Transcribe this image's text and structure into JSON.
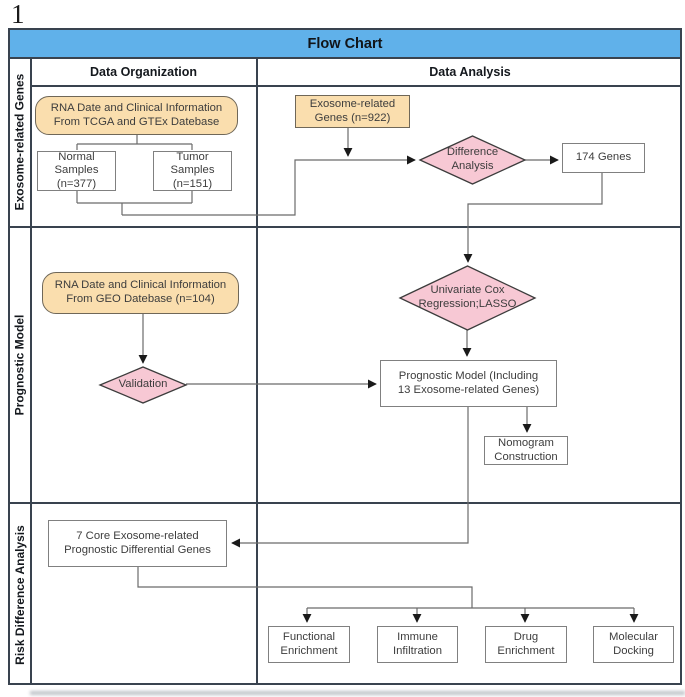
{
  "page_number": "1",
  "title": "Flow Chart",
  "columns": {
    "organization": "Data Organization",
    "analysis": "Data Analysis"
  },
  "rows": {
    "row1": "Exosome-related Genes",
    "row2": "Prognostic Model",
    "row3": "Risk Difference Analysis"
  },
  "nodes": {
    "tcga_box": "RNA Date and Clinical Information\nFrom TCGA and GTEx Datebase",
    "normal_samples": "Normal\nSamples\n(n=377)",
    "tumor_samples": "Tumor\nSamples\n(n=151)",
    "exosome_genes": "Exosome-related\nGenes (n=922)",
    "difference_analysis": "Difference\nAnalysis",
    "genes_174": "174 Genes",
    "geo_box": "RNA Date and Clinical Information\nFrom GEO Datebase (n=104)",
    "validation": "Validation",
    "univariate_cox": "Univariate Cox\nRegression;LASSO",
    "prognostic_model": "Prognostic Model (Including\n13 Exosome-related Genes)",
    "nomogram": "Nomogram\nConstruction",
    "core_genes": "7 Core Exosome-related\nPrognostic Differential Genes",
    "functional_enrichment": "Functional\nEnrichment",
    "immune_infiltration": "Immune\nInfiltration",
    "drug_enrichment": "Drug\nEnrichment",
    "molecular_docking": "Molecular\nDocking"
  },
  "colors": {
    "header_blue": "#60B1EA",
    "process_orange": "#FADEAE",
    "decision_pink": "#F7C8D4",
    "structure_dark": "#39434F",
    "connector_gray": "#6b6b6b"
  }
}
